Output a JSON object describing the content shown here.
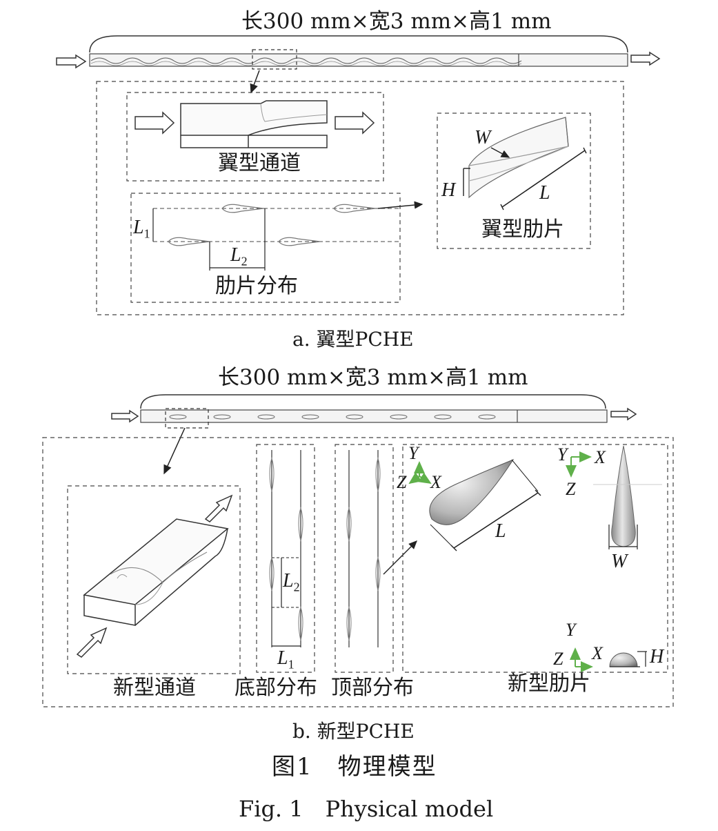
{
  "panel_a": {
    "dimension_label": "长300 mm×宽3 mm×高1 mm",
    "channel_label": "翼型通道",
    "fin_label": "翼型肋片",
    "distribution_label": "肋片分布",
    "caption": "a. 翼型PCHE",
    "dims": {
      "W": "W",
      "H": "H",
      "L": "L",
      "L1": "L",
      "L1_sub": "1",
      "L2": "L",
      "L2_sub": "2"
    }
  },
  "panel_b": {
    "dimension_label": "长300 mm×宽3 mm×高1 mm",
    "channel_label": "新型通道",
    "bottom_label": "底部分布",
    "top_label": "顶部分布",
    "fin_label": "新型肋片",
    "caption": "b. 新型PCHE",
    "dims": {
      "L": "L",
      "W": "W",
      "H": "H",
      "L1": "L",
      "L1_sub": "1",
      "L2": "L",
      "L2_sub": "2"
    },
    "axes": {
      "X": "X",
      "Y": "Y",
      "Z": "Z"
    },
    "axis_color": "#5fb04a"
  },
  "figure": {
    "title_cn": "图1　物理模型",
    "title_en": "Fig. 1　Physical model"
  }
}
